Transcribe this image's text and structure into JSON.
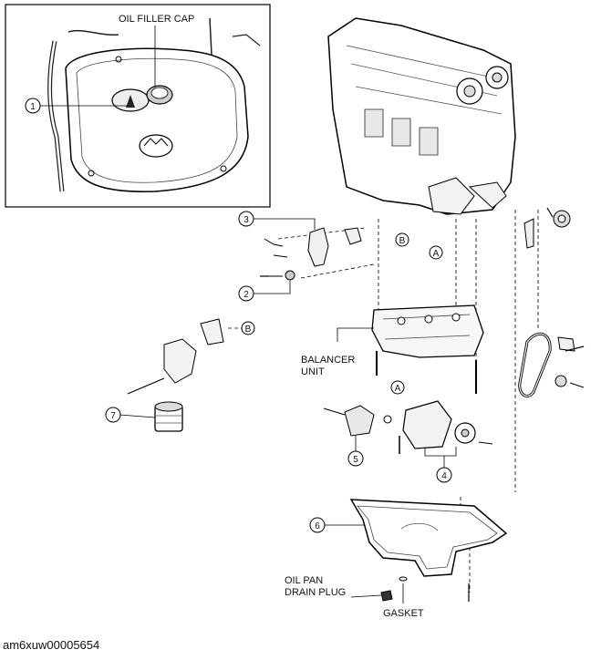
{
  "figure": {
    "labels": {
      "oil_filler_cap": "OIL FILLER CAP",
      "balancer_unit_line1": "BALANCER",
      "balancer_unit_line2": "UNIT",
      "oil_pan_drain_plug_line1": "OIL PAN",
      "oil_pan_drain_plug_line2": "DRAIN PLUG",
      "gasket": "GASKET"
    },
    "callouts": [
      "1",
      "2",
      "3",
      "4",
      "5",
      "6",
      "7"
    ],
    "reference_marks": [
      "A",
      "B",
      "B",
      "A"
    ],
    "caption": "am6xuw00005654"
  }
}
